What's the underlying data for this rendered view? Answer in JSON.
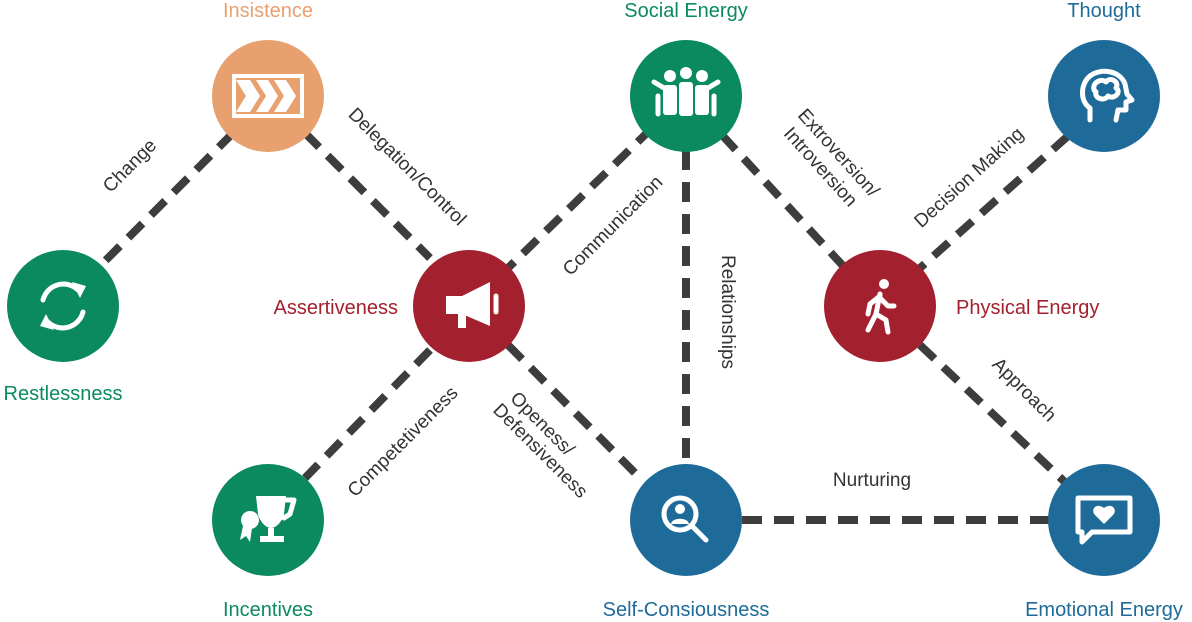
{
  "colors": {
    "green": "#0b8a5f",
    "orange": "#e8a06e",
    "red": "#a3212e",
    "blue": "#1e6b99",
    "edge": "#3d3d3d"
  },
  "nodes": {
    "insistence": {
      "label": "Insistence",
      "icon": "chevrons-icon",
      "color": "#e8a06e"
    },
    "social_energy": {
      "label": "Social Energy",
      "icon": "group-of-people-icon",
      "color": "#0b8a5f"
    },
    "thought": {
      "label": "Thought",
      "icon": "brain-head-icon",
      "color": "#1e6b99"
    },
    "restlessness": {
      "label": "Restlessness",
      "icon": "refresh-arrows-icon",
      "color": "#0b8a5f"
    },
    "assertiveness": {
      "label": "Assertiveness",
      "icon": "megaphone-icon",
      "color": "#a3212e"
    },
    "physical_energy": {
      "label": "Physical Energy",
      "icon": "walking-person-icon",
      "color": "#a3212e"
    },
    "incentives": {
      "label": "Incentives",
      "icon": "trophy-medal-icon",
      "color": "#0b8a5f"
    },
    "self_consiousness": {
      "label": "Self-Consiousness",
      "icon": "magnifier-person-icon",
      "color": "#1e6b99"
    },
    "emotional_energy": {
      "label": "Emotional Energy",
      "icon": "speech-bubble-heart-icon",
      "color": "#1e6b99"
    }
  },
  "edges": {
    "change": "Change",
    "delegation_control": "Delegation/Control",
    "communication": "Communication",
    "relationships": "Relationships",
    "extroversion": "Extroversion/",
    "introversion": "Introversion",
    "decision_making": "Decision Making",
    "competetiveness": "Competetiveness",
    "openess": "Openess/",
    "defensiveness": "Defensiveness",
    "approach": "Approach",
    "nurturing": "Nurturing"
  }
}
